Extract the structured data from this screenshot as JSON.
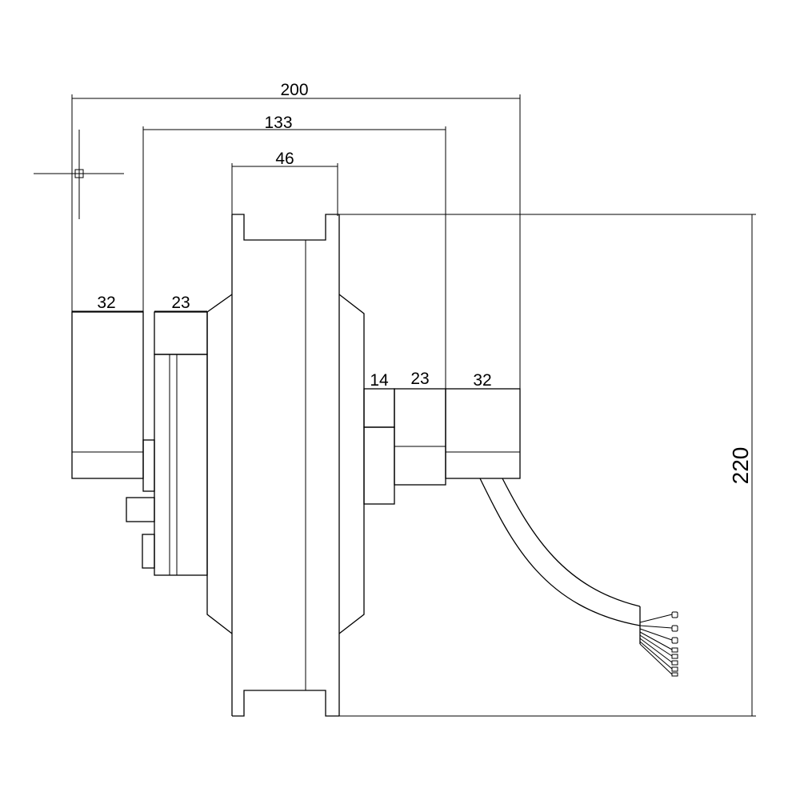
{
  "dimensions": {
    "overall_width": "200",
    "inner_width": "133",
    "hub_width": "46",
    "left_shaft": "32",
    "left_flange": "23",
    "right_collar": "14",
    "right_flange": "23",
    "right_shaft": "32",
    "height": "220"
  }
}
